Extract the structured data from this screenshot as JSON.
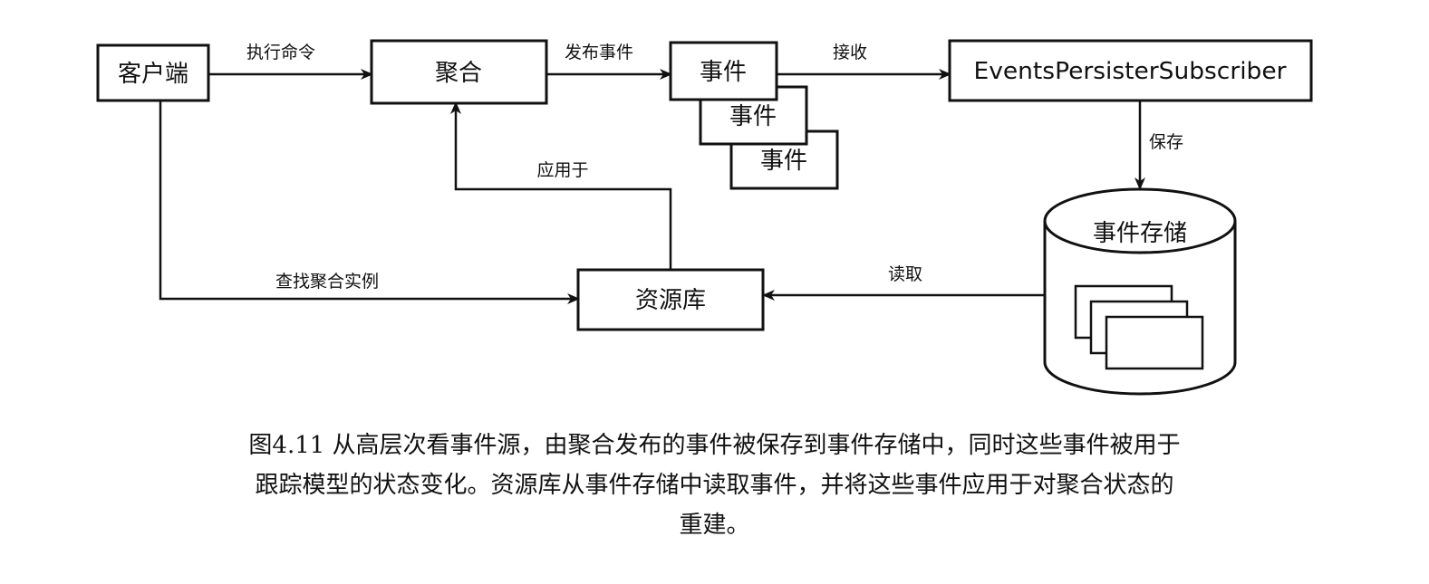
{
  "nodes": {
    "client": "客户端",
    "aggregate": "聚合",
    "event_1": "事件",
    "event_2": "事件",
    "event_3": "事件",
    "subscriber": "EventsPersisterSubscriber",
    "event_store": "事件存储",
    "repository": "资源库"
  },
  "edges": {
    "execute_command": "执行命令",
    "publish_events": "发布事件",
    "receive": "接收",
    "save": "保存",
    "apply_to": "应用于",
    "find_aggregate_instance": "查找聚合实例",
    "read": "读取"
  },
  "caption": {
    "line1": "图4.11 从高层次看事件源，由聚合发布的事件被保存到事件存储中，同时这些事件被用于",
    "line2": "跟踪模型的状态变化。资源库从事件存储中读取事件，并将这些事件应用于对聚合状态的",
    "line3": "重建。"
  }
}
